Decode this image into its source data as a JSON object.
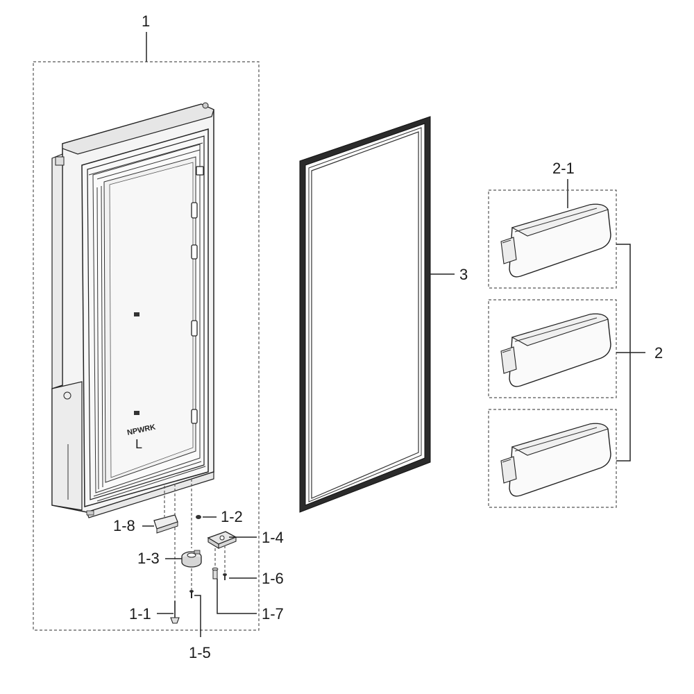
{
  "callouts": {
    "c1": "1",
    "c1_1": "1-1",
    "c1_2": "1-2",
    "c1_3": "1-3",
    "c1_4": "1-4",
    "c1_5": "1-5",
    "c1_6": "1-6",
    "c1_7": "1-7",
    "c1_8": "1-8",
    "c2": "2",
    "c2_1": "2-1",
    "c3": "3"
  },
  "door_markings": {
    "model_stamp": "NPWRK",
    "side_letter": "L"
  },
  "colors": {
    "line": "#222222",
    "dashed_frame": "#555555",
    "gasket": "#2b2b2b",
    "background": "#ffffff"
  }
}
